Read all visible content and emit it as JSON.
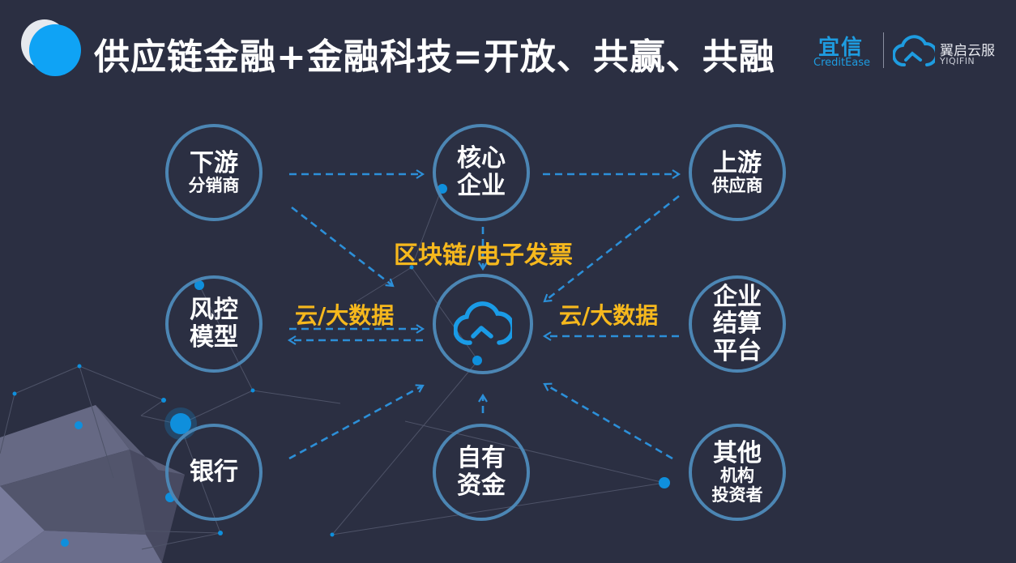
{
  "header": {
    "title": "供应链金融+金融科技=开放、共赢、共融",
    "accent_color": "#0fa3f5"
  },
  "brand": {
    "creditease_cn": "宜信",
    "creditease_en": "CreditEase",
    "yiqifin_cn": "翼启云服",
    "yiqifin_en": "YIQIFIN",
    "brand_color": "#1e9ce0"
  },
  "nodes": {
    "downstream": {
      "main": "下游",
      "sub": "分销商"
    },
    "core": {
      "line1": "核心",
      "line2": "企业"
    },
    "upstream": {
      "main": "上游",
      "sub": "供应商"
    },
    "risk": {
      "line1": "风控",
      "line2": "模型"
    },
    "settlement": {
      "line1": "企业",
      "line2": "结算",
      "line3": "平台"
    },
    "bank": {
      "line1": "银行"
    },
    "own_funds": {
      "line1": "自有",
      "line2": "资金"
    },
    "other": {
      "main": "其他",
      "sub1": "机构",
      "sub2": "投资者"
    },
    "center": {
      "icon": "cloud-icon"
    }
  },
  "labels": {
    "blockchain": "区块链/电子发票",
    "cloud_left": "云/大数据",
    "cloud_right": "云/大数据"
  },
  "colors": {
    "background": "#2b2f42",
    "circle_border": "#4c86b4",
    "arrow": "#2c8fd8",
    "label": "#f6b81d"
  }
}
